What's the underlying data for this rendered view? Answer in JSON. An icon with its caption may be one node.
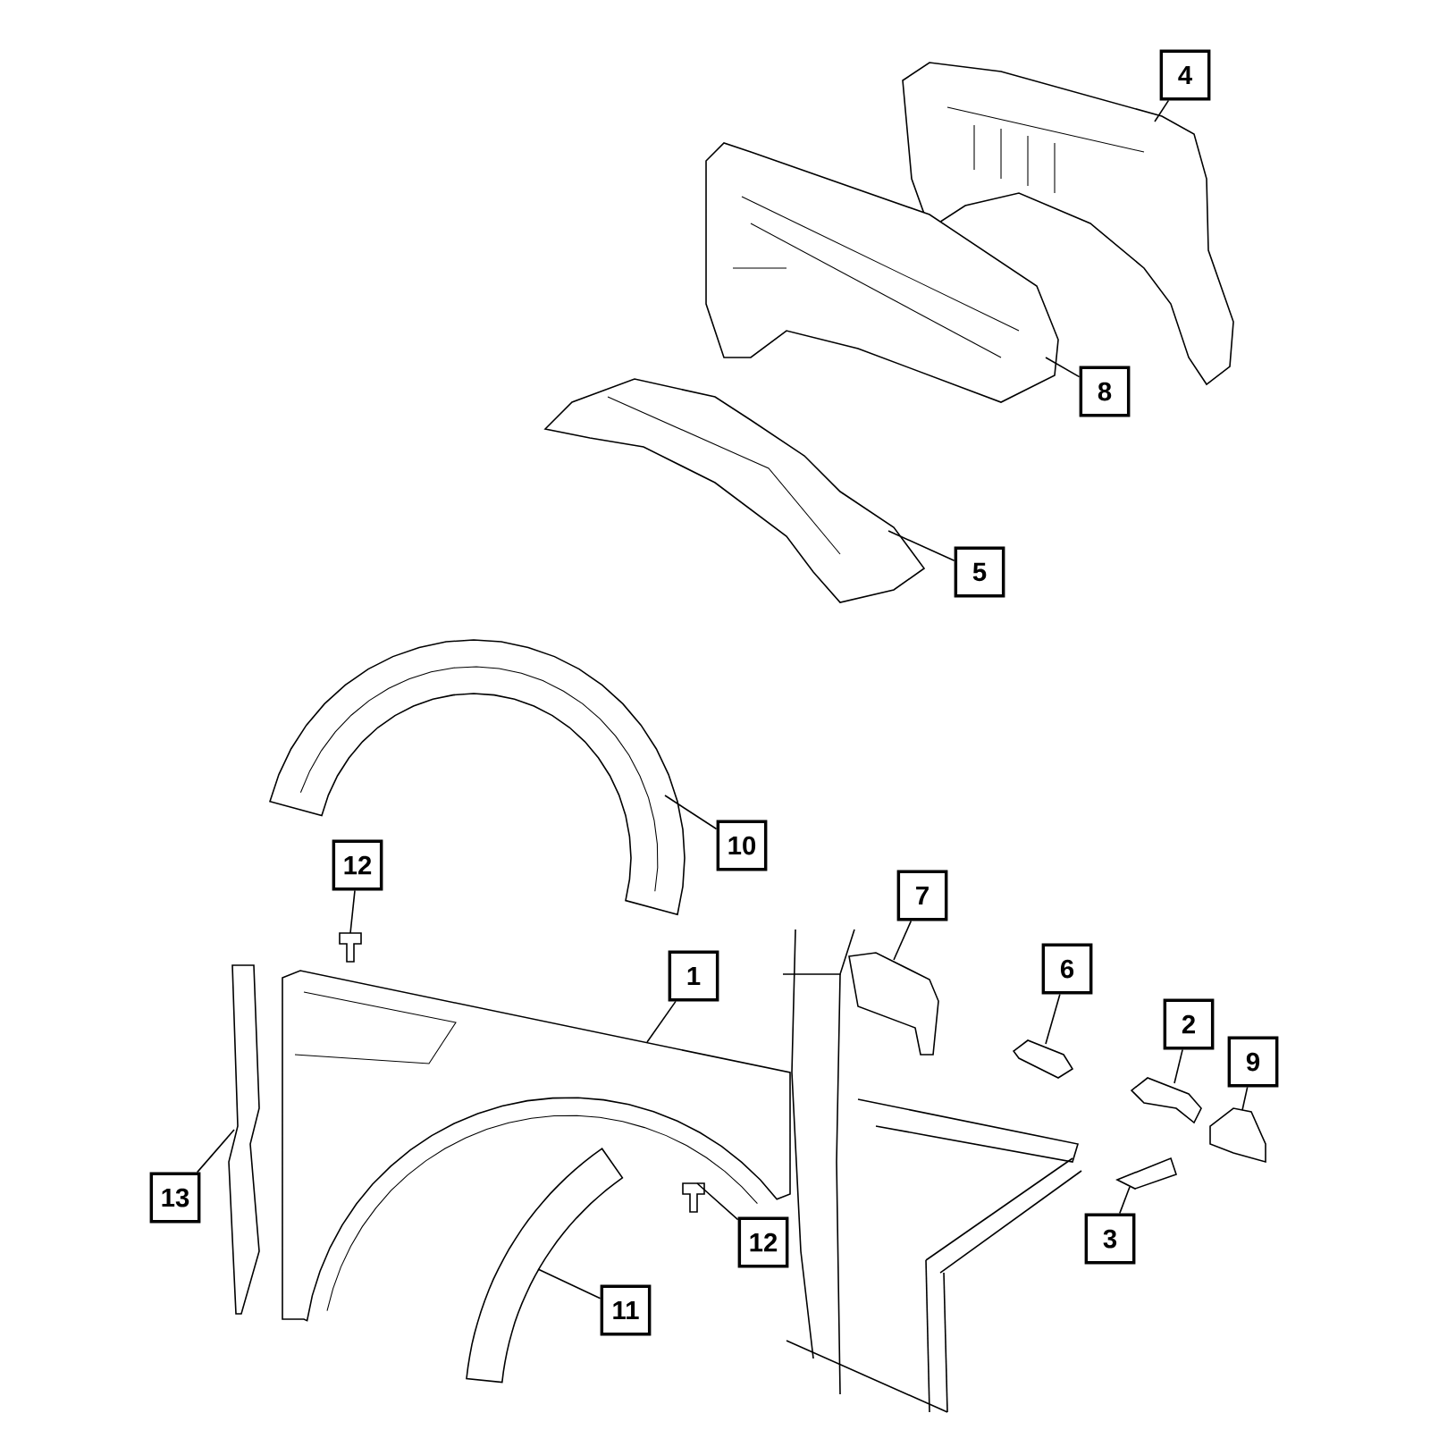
{
  "diagram": {
    "nodes": [
      {
        "text": [
          "4"
        ]
      },
      {
        "text": [
          "8"
        ]
      },
      {
        "text": [
          "5"
        ]
      },
      {
        "text": [
          "10"
        ]
      },
      {
        "text": [
          "12"
        ]
      },
      {
        "text": [
          "1"
        ]
      },
      {
        "text": [
          "7"
        ]
      },
      {
        "text": [
          "6"
        ]
      },
      {
        "text": [
          "2"
        ]
      },
      {
        "text": [
          "9"
        ]
      },
      {
        "text": [
          "3"
        ]
      },
      {
        "text": [
          "13"
        ]
      },
      {
        "text": [
          "12"
        ]
      },
      {
        "text": [
          "11"
        ]
      },
      {
        "text": [],
        "shape": "picture"
      },
      {
        "text": [],
        "shape": "picture"
      },
      {
        "text": [],
        "shape": "picture"
      },
      {
        "text": [],
        "shape": "picture"
      },
      {
        "text": [],
        "shape": "picture"
      },
      {
        "text": [],
        "shape": "picture"
      },
      {
        "text": [],
        "shape": "picture"
      },
      {
        "text": [],
        "shape": "picture"
      },
      {
        "text": [],
        "shape": "picture"
      },
      {
        "text": [],
        "shape": "picture"
      },
      {
        "text": [],
        "shape": "picture"
      },
      {
        "text": [],
        "shape": "picture"
      },
      {
        "text": [],
        "shape": "picture"
      },
      {
        "text": [],
        "shape": "picture"
      }
    ],
    "edges": [
      {
        "from": 0,
        "to": 14,
        "arrow": "none"
      },
      {
        "from": 1,
        "to": 15,
        "arrow": "none"
      },
      {
        "from": 2,
        "to": 16,
        "arrow": "none"
      },
      {
        "from": 3,
        "to": 17,
        "arrow": "none"
      },
      {
        "from": 4,
        "to": 18,
        "arrow": "none"
      },
      {
        "from": 5,
        "to": 19,
        "arrow": "none"
      },
      {
        "from": 6,
        "to": 20,
        "arrow": "none"
      },
      {
        "from": 7,
        "to": 21,
        "arrow": "none"
      },
      {
        "from": 8,
        "to": 22,
        "arrow": "none"
      },
      {
        "from": 9,
        "to": 23,
        "arrow": "none"
      },
      {
        "from": 10,
        "to": 24,
        "arrow": "none"
      },
      {
        "from": 11,
        "to": 25,
        "arrow": "none"
      },
      {
        "from": 12,
        "to": 26,
        "arrow": "none"
      },
      {
        "from": 13,
        "to": 27,
        "arrow": "none"
      }
    ]
  }
}
